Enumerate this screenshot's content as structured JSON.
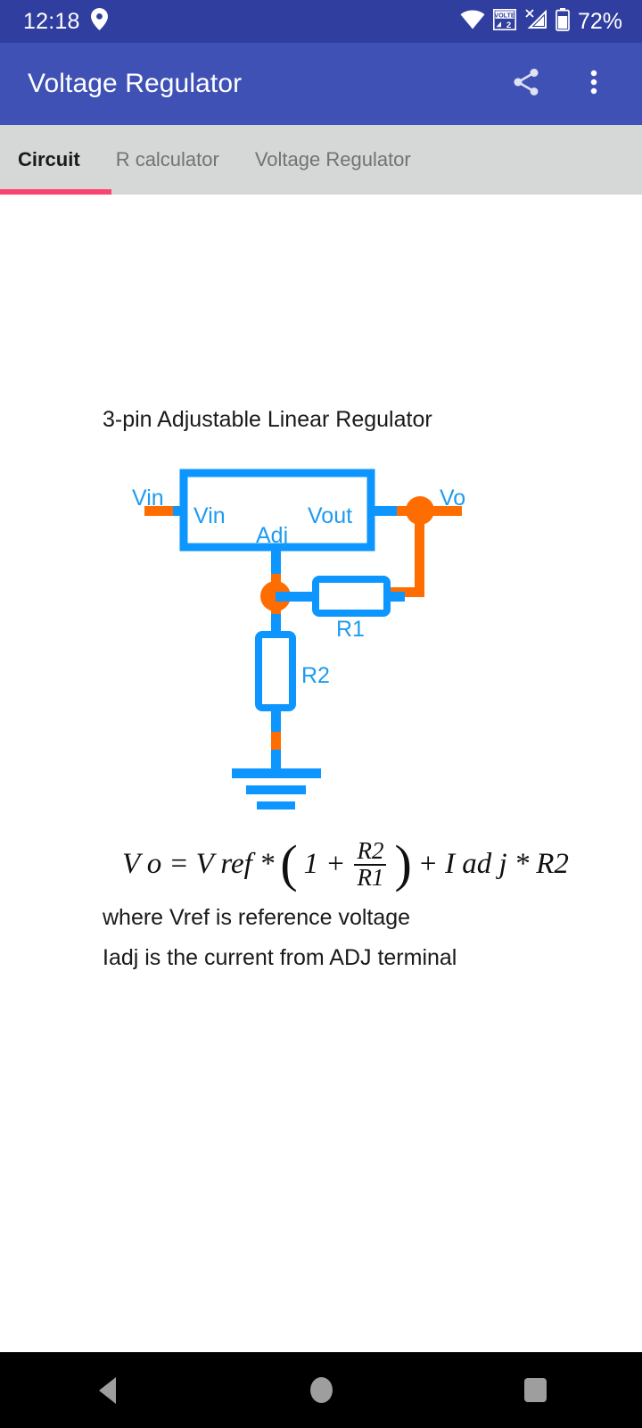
{
  "status_bar": {
    "time": "12:18",
    "battery_percent": "72%",
    "icons": [
      "location-pin-icon",
      "wifi-icon",
      "volte-icon",
      "no-signal-icon",
      "battery-icon"
    ],
    "volte_label": "VOLTE",
    "volte_sim": "2",
    "background": "#303F9F"
  },
  "app_bar": {
    "title": "Voltage Regulator",
    "background": "#3F51B5",
    "actions": [
      "share-icon",
      "overflow-menu-icon"
    ]
  },
  "tabs": {
    "items": [
      {
        "label": "Circuit",
        "active": true
      },
      {
        "label": "R calculator",
        "active": false
      },
      {
        "label": "Voltage Regulator",
        "active": false
      }
    ],
    "indicator_color": "#F9456F",
    "background": "#D6D7D7"
  },
  "main": {
    "diagram_title": "3-pin Adjustable Linear Regulator",
    "circuit": {
      "wire_color": "#0D96FF",
      "node_color": "#FF6D00",
      "labels": {
        "input_terminal": "Vin",
        "block_vin_pin": "Vin",
        "block_vout_pin": "Vout",
        "block_adj_pin": "Adj",
        "output_terminal": "Vo",
        "resistor_1": "R1",
        "resistor_2": "R2"
      }
    },
    "formula": {
      "lhs": "V o",
      "equals": "=",
      "vref": "V ref",
      "mul1": "*",
      "paren_open": "(",
      "one": "1",
      "plus1": "+",
      "frac_num": "R2",
      "frac_den": "R1",
      "paren_close": ")",
      "plus2": "+",
      "iadj": "I ad j",
      "mul2": "*",
      "r2": "R2"
    },
    "notes": [
      "where Vref is reference voltage",
      "Iadj is the current from ADJ terminal"
    ]
  },
  "nav_bar": {
    "buttons": [
      "back-button",
      "home-button",
      "recents-button"
    ],
    "background": "#000000"
  }
}
